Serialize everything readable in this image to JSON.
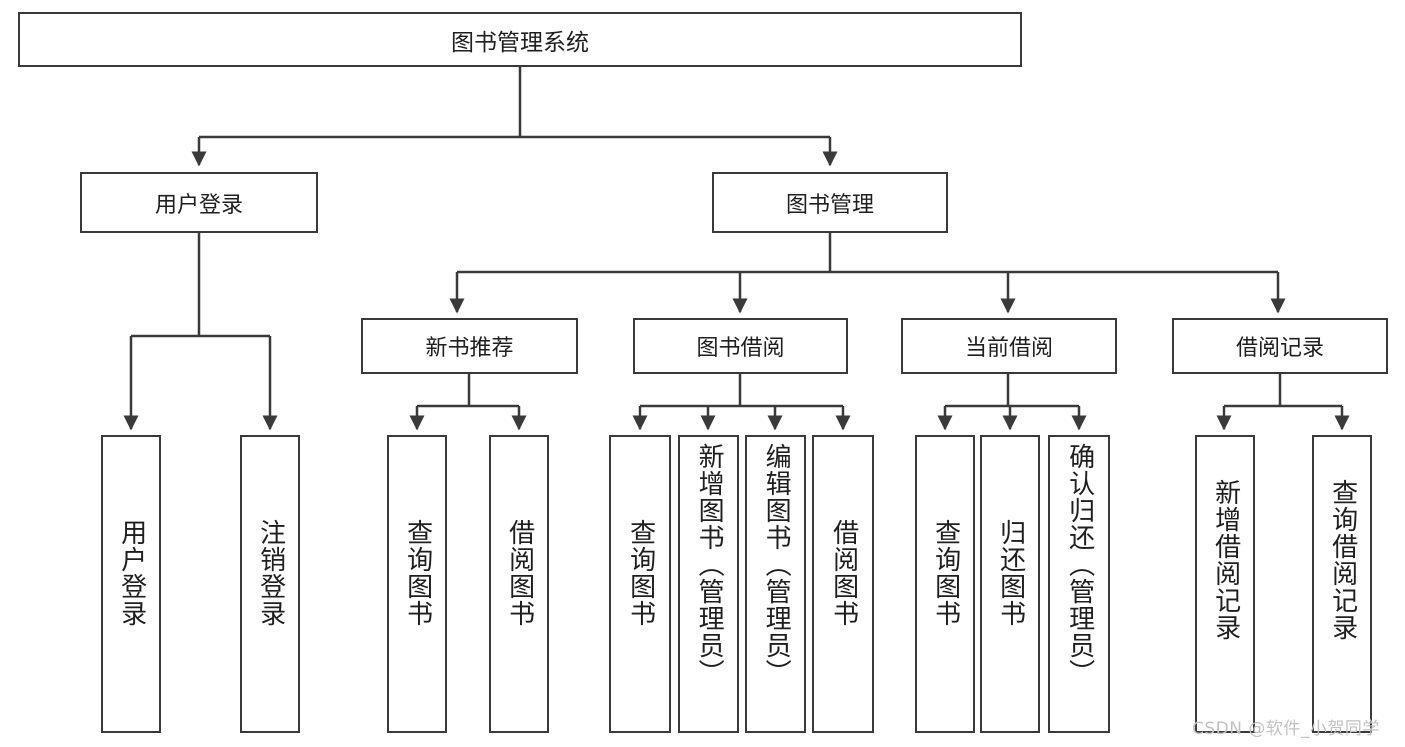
{
  "diagram": {
    "type": "tree",
    "title": "图书管理系统",
    "orientation": "top-down",
    "colors": {
      "box_border": "#3a3a3a",
      "box_fill": "#ffffff",
      "connector": "#3a3a3a",
      "text": "#1f1f1f",
      "watermark": "#c2c2c2",
      "page_background": "#ffffff"
    }
  },
  "root": {
    "label": "图书管理系统"
  },
  "level1": [
    {
      "id": "user-login",
      "label": "用户登录"
    },
    {
      "id": "book-management",
      "label": "图书管理"
    }
  ],
  "level2": [
    {
      "id": "new-book-recommend",
      "label": "新书推荐",
      "parent": "book-management"
    },
    {
      "id": "book-borrow",
      "label": "图书借阅",
      "parent": "book-management"
    },
    {
      "id": "current-borrow",
      "label": "当前借阅",
      "parent": "book-management"
    },
    {
      "id": "borrow-record",
      "label": "借阅记录",
      "parent": "book-management"
    }
  ],
  "leaves": [
    {
      "id": "leaf-user-login",
      "label": "用户登录",
      "parent": "user-login",
      "chars": 4
    },
    {
      "id": "leaf-logout-login",
      "label": "注销登录",
      "parent": "user-login",
      "chars": 4
    },
    {
      "id": "leaf-query-book-1",
      "label": "查询图书",
      "parent": "new-book-recommend",
      "chars": 4
    },
    {
      "id": "leaf-borrow-book-1",
      "label": "借阅图书",
      "parent": "new-book-recommend",
      "chars": 4
    },
    {
      "id": "leaf-query-book-2",
      "label": "查询图书",
      "parent": "book-borrow",
      "chars": 4
    },
    {
      "id": "leaf-add-book-admin",
      "label": "新增图书（管理员）",
      "parent": "book-borrow",
      "chars": 9
    },
    {
      "id": "leaf-edit-book-admin",
      "label": "编辑图书（管理员）",
      "parent": "book-borrow",
      "chars": 9
    },
    {
      "id": "leaf-borrow-book-2",
      "label": "借阅图书",
      "parent": "book-borrow",
      "chars": 4
    },
    {
      "id": "leaf-query-book-3",
      "label": "查询图书",
      "parent": "current-borrow",
      "chars": 4
    },
    {
      "id": "leaf-return-book",
      "label": "归还图书",
      "parent": "current-borrow",
      "chars": 4
    },
    {
      "id": "leaf-confirm-return-admin",
      "label": "确认归还（管理员）",
      "parent": "current-borrow",
      "chars": 9
    },
    {
      "id": "leaf-add-borrow-record",
      "label": "新增借阅记录",
      "parent": "borrow-record",
      "chars": 6
    },
    {
      "id": "leaf-query-borrow-record",
      "label": "查询借阅记录",
      "parent": "borrow-record",
      "chars": 6
    }
  ],
  "watermark": {
    "text": "CSDN @软件_小贺同学"
  }
}
